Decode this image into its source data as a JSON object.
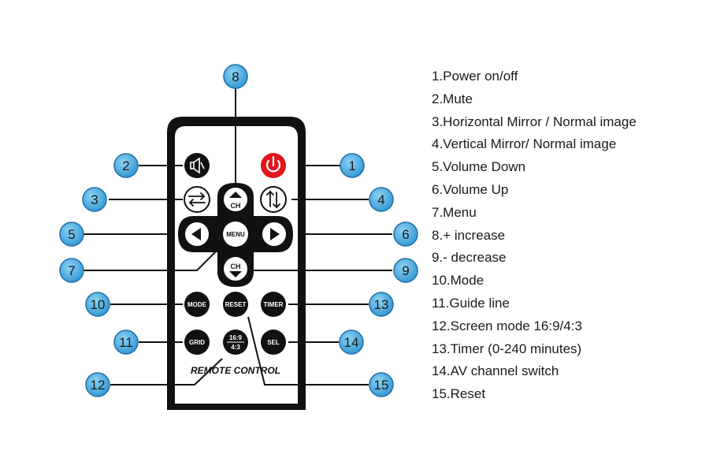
{
  "remote": {
    "brand_text": "REMOTE CONTROL",
    "buttons": {
      "ch_up": "CH",
      "ch_down": "CH",
      "menu": "MENU",
      "mode": "MODE",
      "reset": "RESET",
      "timer": "TIMER",
      "grid": "GRID",
      "aspect_top": "16:9",
      "aspect_bottom": "4:3",
      "sel": "SEL"
    }
  },
  "callouts": [
    "1",
    "2",
    "3",
    "4",
    "5",
    "6",
    "7",
    "8",
    "9",
    "10",
    "11",
    "12",
    "13",
    "14",
    "15"
  ],
  "legend": [
    "1.Power on/off",
    "2.Mute",
    "3.Horizontal Mirror / Normal image",
    "4.Vertical Mirror/ Normal image",
    "5.Volume Down",
    "6.Volume Up",
    "7.Menu",
    "8.+ increase",
    "9.- decrease",
    "10.Mode",
    "11.Guide line",
    "12.Screen mode 16:9/4:3",
    "13.Timer (0-240 minutes)",
    "14.AV channel switch",
    "15.Reset"
  ],
  "colors": {
    "callout_fill": "#39a3dc",
    "callout_stroke": "#1f6fa6",
    "power_button": "#e0161b",
    "remote_body": "#111111"
  },
  "icons": {
    "power": "power-icon",
    "mute": "mute-icon",
    "horizontal_mirror": "horizontal-mirror-icon",
    "vertical_mirror": "vertical-mirror-icon",
    "volume_down": "left-arrow-icon",
    "volume_up": "right-arrow-icon",
    "ch_up": "up-arrow-icon",
    "ch_down": "down-arrow-icon"
  }
}
